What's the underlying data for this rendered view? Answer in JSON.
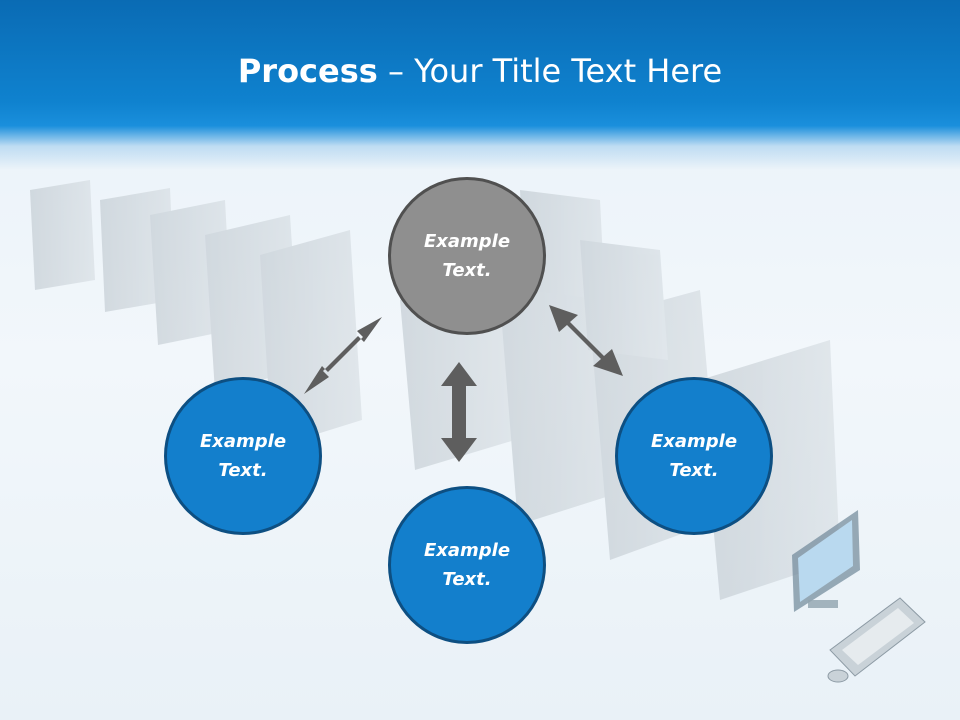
{
  "title": {
    "bold": "Process",
    "regular": " – Your Title Text Here"
  },
  "nodes": {
    "top": "Example\nText.",
    "left": "Example\nText.",
    "bottom": "Example\nText.",
    "right": "Example\nText."
  },
  "colors": {
    "header": "#0f82cf",
    "node_blue": "#137fcc",
    "node_blue_border": "#0d4f82",
    "node_gray": "#8f8f8f",
    "arrow": "#5e5e5e"
  },
  "icons": [
    "server-rack-illustration",
    "monitor-icon",
    "keyboard-icon",
    "mouse-icon"
  ]
}
